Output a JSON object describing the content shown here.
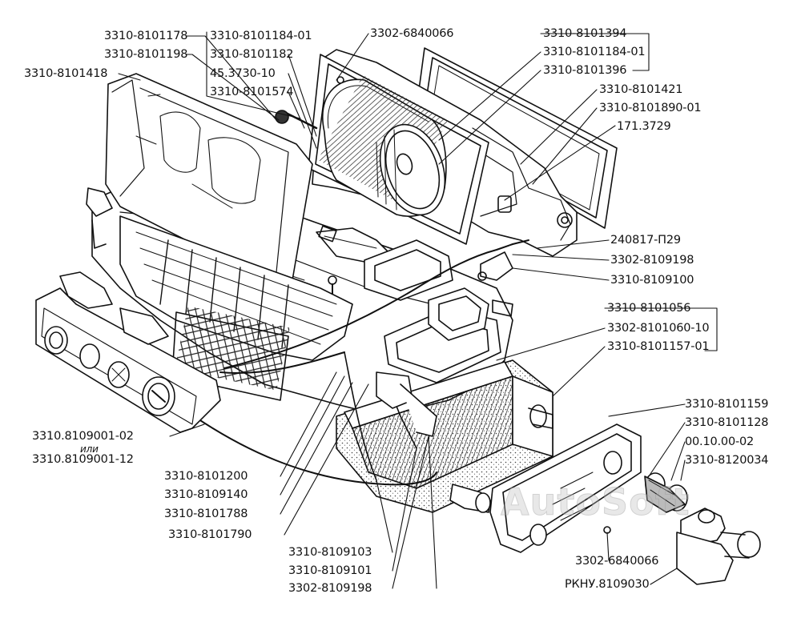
{
  "watermark": "AutoSoft",
  "labels": {
    "p_8101178": "3310-8101178",
    "p_8101198": "3310-8101198",
    "p_8101418": "3310-8101418",
    "p_8101184_01_a": "3310-8101184-01",
    "p_8101182": "3310-8101182",
    "p_45_3730_10": "45.3730-10",
    "p_8101574": "3310-8101574",
    "p_3302_6840066_top": "3302-6840066",
    "p_8101394": "3310-8101394",
    "p_8101184_01_b": "3310-8101184-01",
    "p_8101396": "3310-8101396",
    "p_8101421": "3310-8101421",
    "p_8101890_01": "3310-8101890-01",
    "p_171_3729": "171.3729",
    "p_240817_p29": "240817-П29",
    "p_3302_8109198_right": "3302-8109198",
    "p_8109100": "3310-8109100",
    "p_8101056": "3310-8101056",
    "p_3302_8101060_10": "3302-8101060-10",
    "p_8101157_01": "3310-8101157-01",
    "p_8101159": "3310-8101159",
    "p_8101128": "3310-8101128",
    "p_00_10_00_02": "00.10.00-02",
    "p_8120034": "3310-8120034",
    "p_8109001_02": "3310.8109001-02",
    "p_or": "или",
    "p_8109001_12": "3310.8109001-12",
    "p_8101200": "3310-8101200",
    "p_8109140": "3310-8109140",
    "p_8101788": "3310-8101788",
    "p_8101790": "3310-8101790",
    "p_8109103": "3310-8109103",
    "p_8109101": "3310-8109101",
    "p_3302_8109198_bottom": "3302-8109198",
    "p_3302_6840066_bottom": "3302-6840066",
    "p_rkny": "РКНУ.8109030"
  }
}
